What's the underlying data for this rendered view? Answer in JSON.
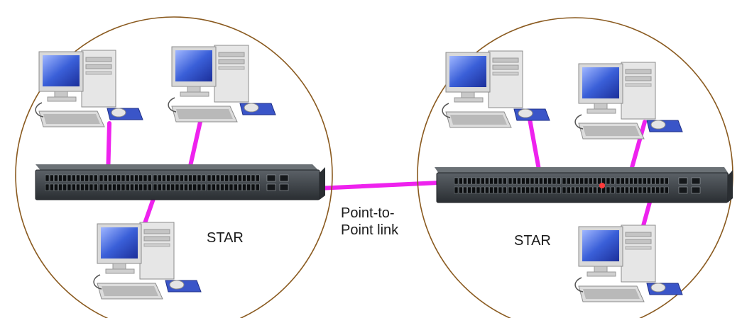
{
  "labels": {
    "star_left": "STAR",
    "star_right": "STAR",
    "p2p_line1": "Point-to-",
    "p2p_line2": "Point link"
  },
  "colors": {
    "link": "#ee22ee",
    "circle": "#8a5a1f",
    "screen": "#3a5fd8",
    "case": "#dcdcdc",
    "switch": "#3a3f44"
  },
  "icons": {
    "computer": "desktop-computer-icon",
    "switch": "network-switch-icon"
  }
}
